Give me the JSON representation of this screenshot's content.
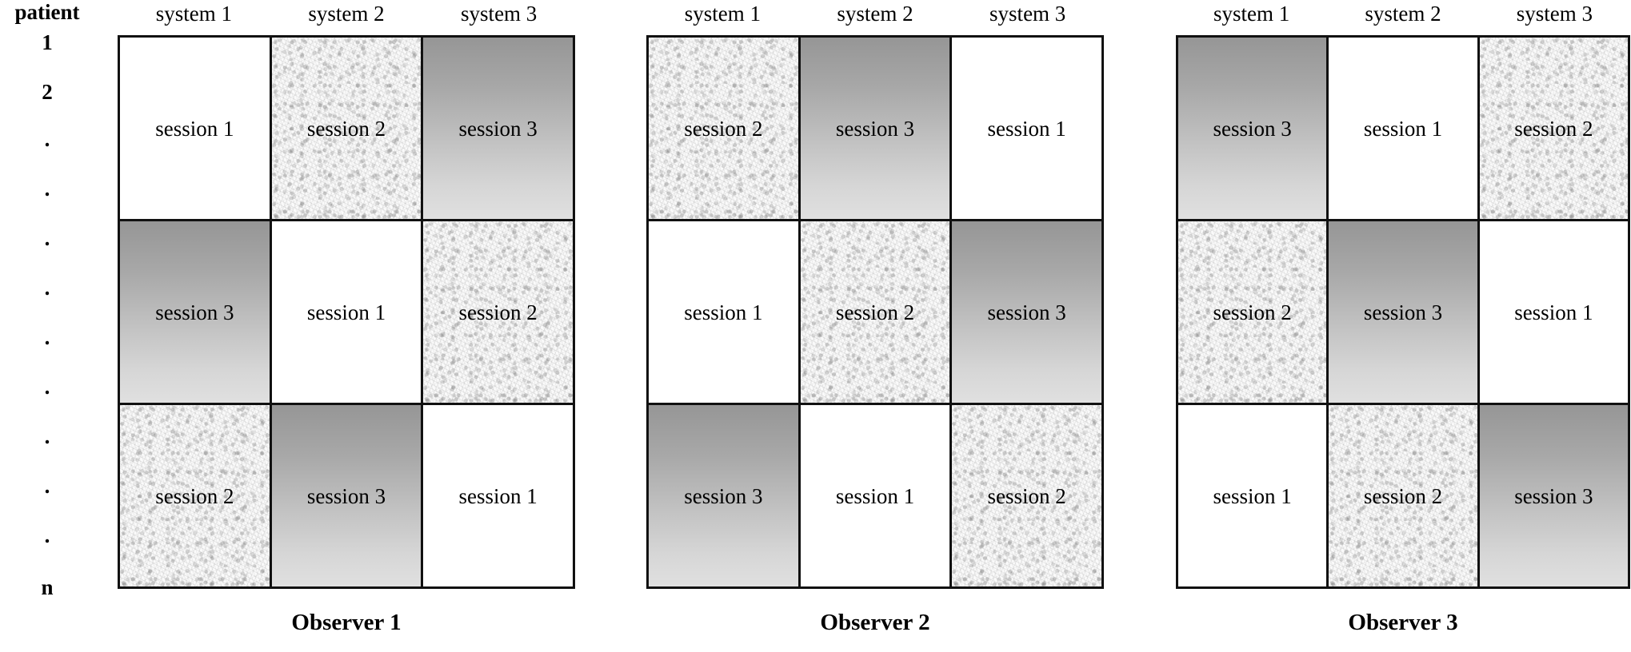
{
  "figure": {
    "row_axis_title": "patient",
    "row_axis_ticks": [
      "1",
      "2",
      ".",
      ".",
      ".",
      ".",
      ".",
      ".",
      ".",
      ".",
      ".",
      "n"
    ],
    "column_headers": [
      "system 1",
      "system 2",
      "system 3"
    ],
    "session_labels": [
      "session 1",
      "session 2",
      "session 3"
    ],
    "fill_styles": {
      "session 1": "plain-white",
      "session 2": "speckled-noise",
      "session 3": "gray-gradient"
    },
    "colors": {
      "border": "#111111",
      "text": "#000000",
      "background": "#ffffff",
      "session1_fill": "#ffffff",
      "session2_fill": "#fafafa",
      "session3_gradient_top": "#969696",
      "session3_gradient_bottom": "#e0e0e0"
    },
    "blocks": [
      {
        "caption": "Observer 1",
        "rows": [
          [
            {
              "label": "session 1",
              "fill": "plain"
            },
            {
              "label": "session 2",
              "fill": "noise"
            },
            {
              "label": "session 3",
              "fill": "gradient"
            }
          ],
          [
            {
              "label": "session 3",
              "fill": "gradient"
            },
            {
              "label": "session 1",
              "fill": "plain"
            },
            {
              "label": "session 2",
              "fill": "noise"
            }
          ],
          [
            {
              "label": "session 2",
              "fill": "noise"
            },
            {
              "label": "session 3",
              "fill": "gradient"
            },
            {
              "label": "session 1",
              "fill": "plain"
            }
          ]
        ]
      },
      {
        "caption": "Observer 2",
        "rows": [
          [
            {
              "label": "session 2",
              "fill": "noise"
            },
            {
              "label": "session 3",
              "fill": "gradient"
            },
            {
              "label": "session 1",
              "fill": "plain"
            }
          ],
          [
            {
              "label": "session 1",
              "fill": "plain"
            },
            {
              "label": "session 2",
              "fill": "noise"
            },
            {
              "label": "session 3",
              "fill": "gradient"
            }
          ],
          [
            {
              "label": "session 3",
              "fill": "gradient"
            },
            {
              "label": "session 1",
              "fill": "plain"
            },
            {
              "label": "session 2",
              "fill": "noise"
            }
          ]
        ]
      },
      {
        "caption": "Observer 3",
        "rows": [
          [
            {
              "label": "session 3",
              "fill": "gradient"
            },
            {
              "label": "session 1",
              "fill": "plain"
            },
            {
              "label": "session 2",
              "fill": "noise"
            }
          ],
          [
            {
              "label": "session 2",
              "fill": "noise"
            },
            {
              "label": "session 3",
              "fill": "gradient"
            },
            {
              "label": "session 1",
              "fill": "plain"
            }
          ],
          [
            {
              "label": "session 1",
              "fill": "plain"
            },
            {
              "label": "session 2",
              "fill": "noise"
            },
            {
              "label": "session 3",
              "fill": "gradient"
            }
          ]
        ]
      }
    ]
  }
}
